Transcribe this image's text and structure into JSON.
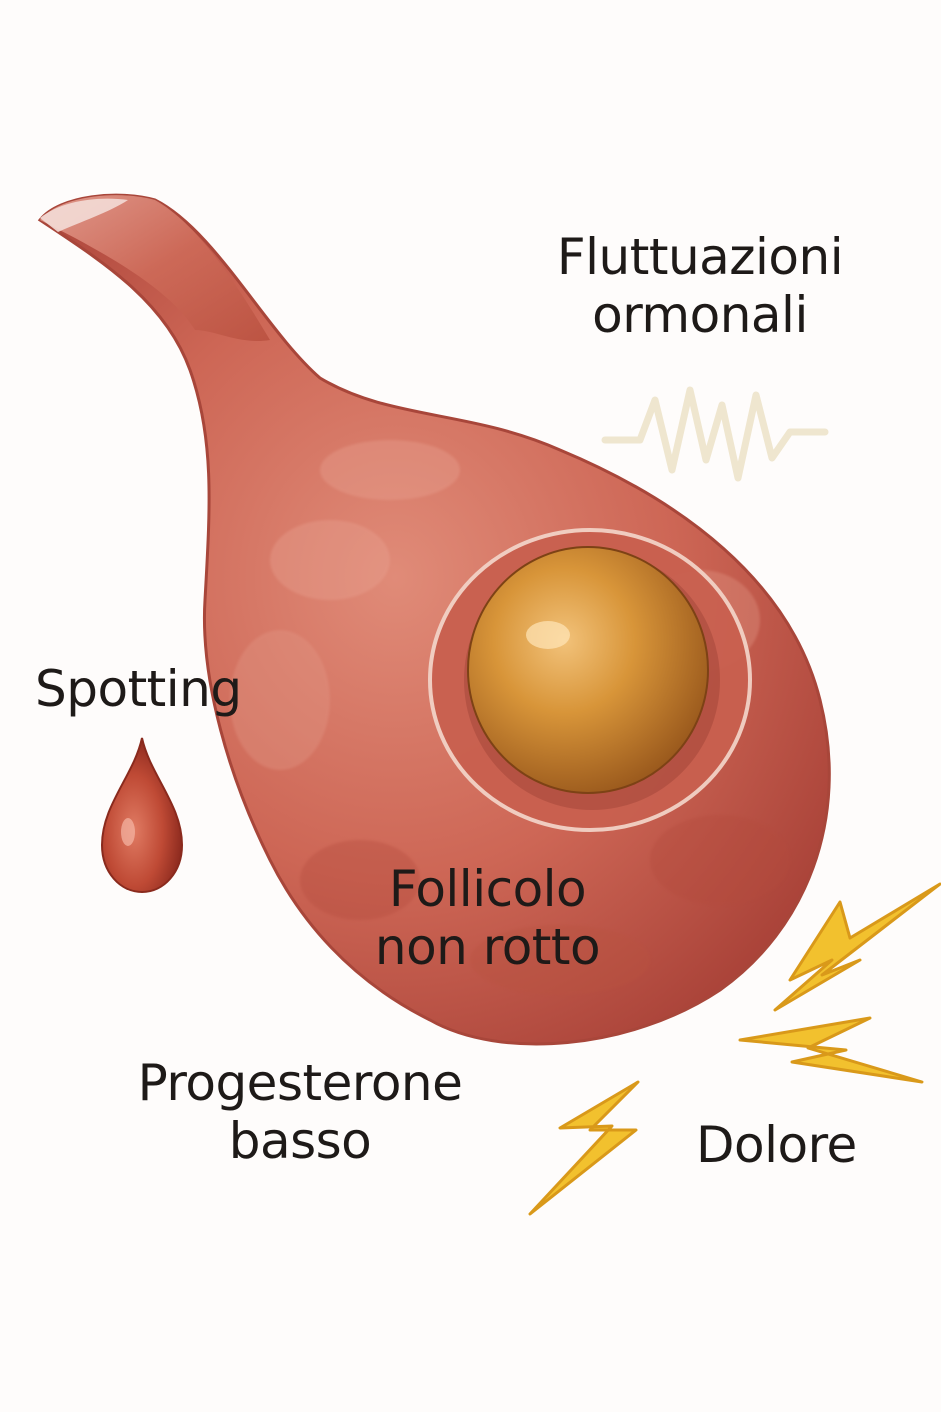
{
  "labels": {
    "hormonal_line1": "Fluttuazioni",
    "hormonal_line2": "ormonali",
    "spotting": "Spotting",
    "follicle_line1": "Follicolo",
    "follicle_line2": "non rotto",
    "progesterone_line1": "Progesterone",
    "progesterone_line2": "basso",
    "pain": "Dolore"
  },
  "icons": {
    "hormone_wave": "hormone-wave-icon",
    "blood_drop": "blood-drop-icon",
    "lightning": "lightning-bolt-icon"
  },
  "colors": {
    "ovary": "#c65a4c",
    "follicle": "#d39035",
    "drop": "#b8402e",
    "lightning": "#f2c12e",
    "wave": "#efe6cf",
    "text": "#1e1a18"
  }
}
